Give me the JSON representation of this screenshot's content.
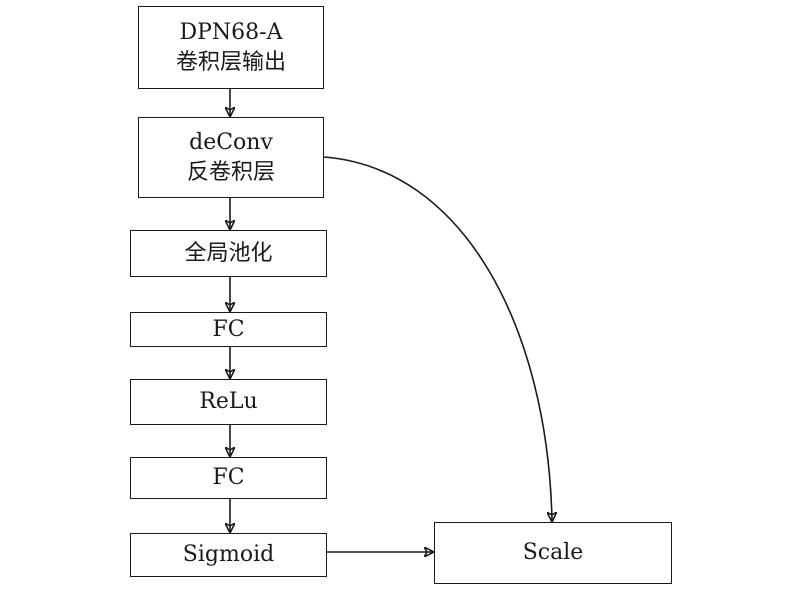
{
  "nodes": {
    "dpn": {
      "line1": "DPN68-A",
      "line2": "卷积层输出"
    },
    "deconv": {
      "line1": "deConv",
      "line2": "反卷积层"
    },
    "gap": {
      "label": "全局池化"
    },
    "fc1": {
      "label": "FC"
    },
    "relu": {
      "label": "ReLu"
    },
    "fc2": {
      "label": "FC"
    },
    "sigmoid": {
      "label": "Sigmoid"
    },
    "scale": {
      "label": "Scale"
    }
  },
  "edges": [
    {
      "from": "dpn",
      "to": "deconv"
    },
    {
      "from": "deconv",
      "to": "gap"
    },
    {
      "from": "gap",
      "to": "fc1"
    },
    {
      "from": "fc1",
      "to": "relu"
    },
    {
      "from": "relu",
      "to": "fc2"
    },
    {
      "from": "fc2",
      "to": "sigmoid"
    },
    {
      "from": "sigmoid",
      "to": "scale"
    },
    {
      "from": "deconv",
      "to": "scale"
    }
  ]
}
